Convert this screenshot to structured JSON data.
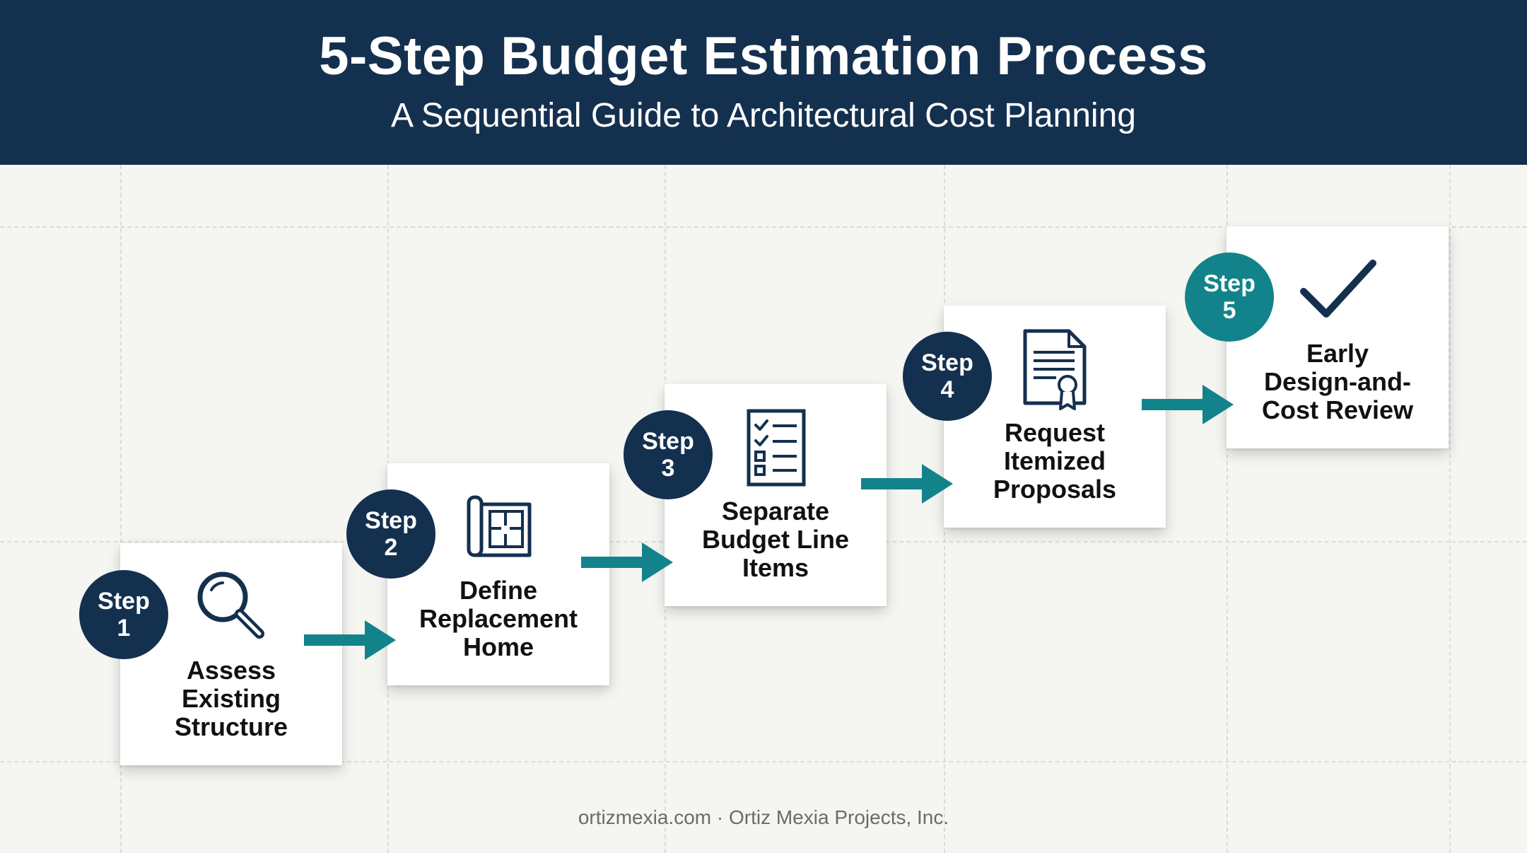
{
  "header": {
    "title": "5-Step Budget Estimation Process",
    "subtitle": "A Sequential Guide to Architectural Cost Planning"
  },
  "colors": {
    "header_bg": "#14304f",
    "badge_navy": "#14304f",
    "badge_teal": "#12838a",
    "arrow": "#12838a",
    "background": "#f5f5f2"
  },
  "steps": [
    {
      "badge_word": "Step",
      "number": "1",
      "label_lines": [
        "Assess",
        "Existing",
        "Structure"
      ],
      "icon": "magnifying-glass-icon"
    },
    {
      "badge_word": "Step",
      "number": "2",
      "label_lines": [
        "Define",
        "Replacement",
        "Home"
      ],
      "icon": "floor-plan-icon"
    },
    {
      "badge_word": "Step",
      "number": "3",
      "label_lines": [
        "Separate",
        "Budget Line",
        "Items"
      ],
      "icon": "checklist-icon"
    },
    {
      "badge_word": "Step",
      "number": "4",
      "label_lines": [
        "Request",
        "Itemized",
        "Proposals"
      ],
      "icon": "certificate-document-icon"
    },
    {
      "badge_word": "Step",
      "number": "5",
      "label_lines": [
        "Early",
        "Design-and-",
        "Cost Review"
      ],
      "icon": "checkmark-icon"
    }
  ],
  "footer": {
    "text": "ortizmexia.com · Ortiz Mexia Projects, Inc."
  }
}
